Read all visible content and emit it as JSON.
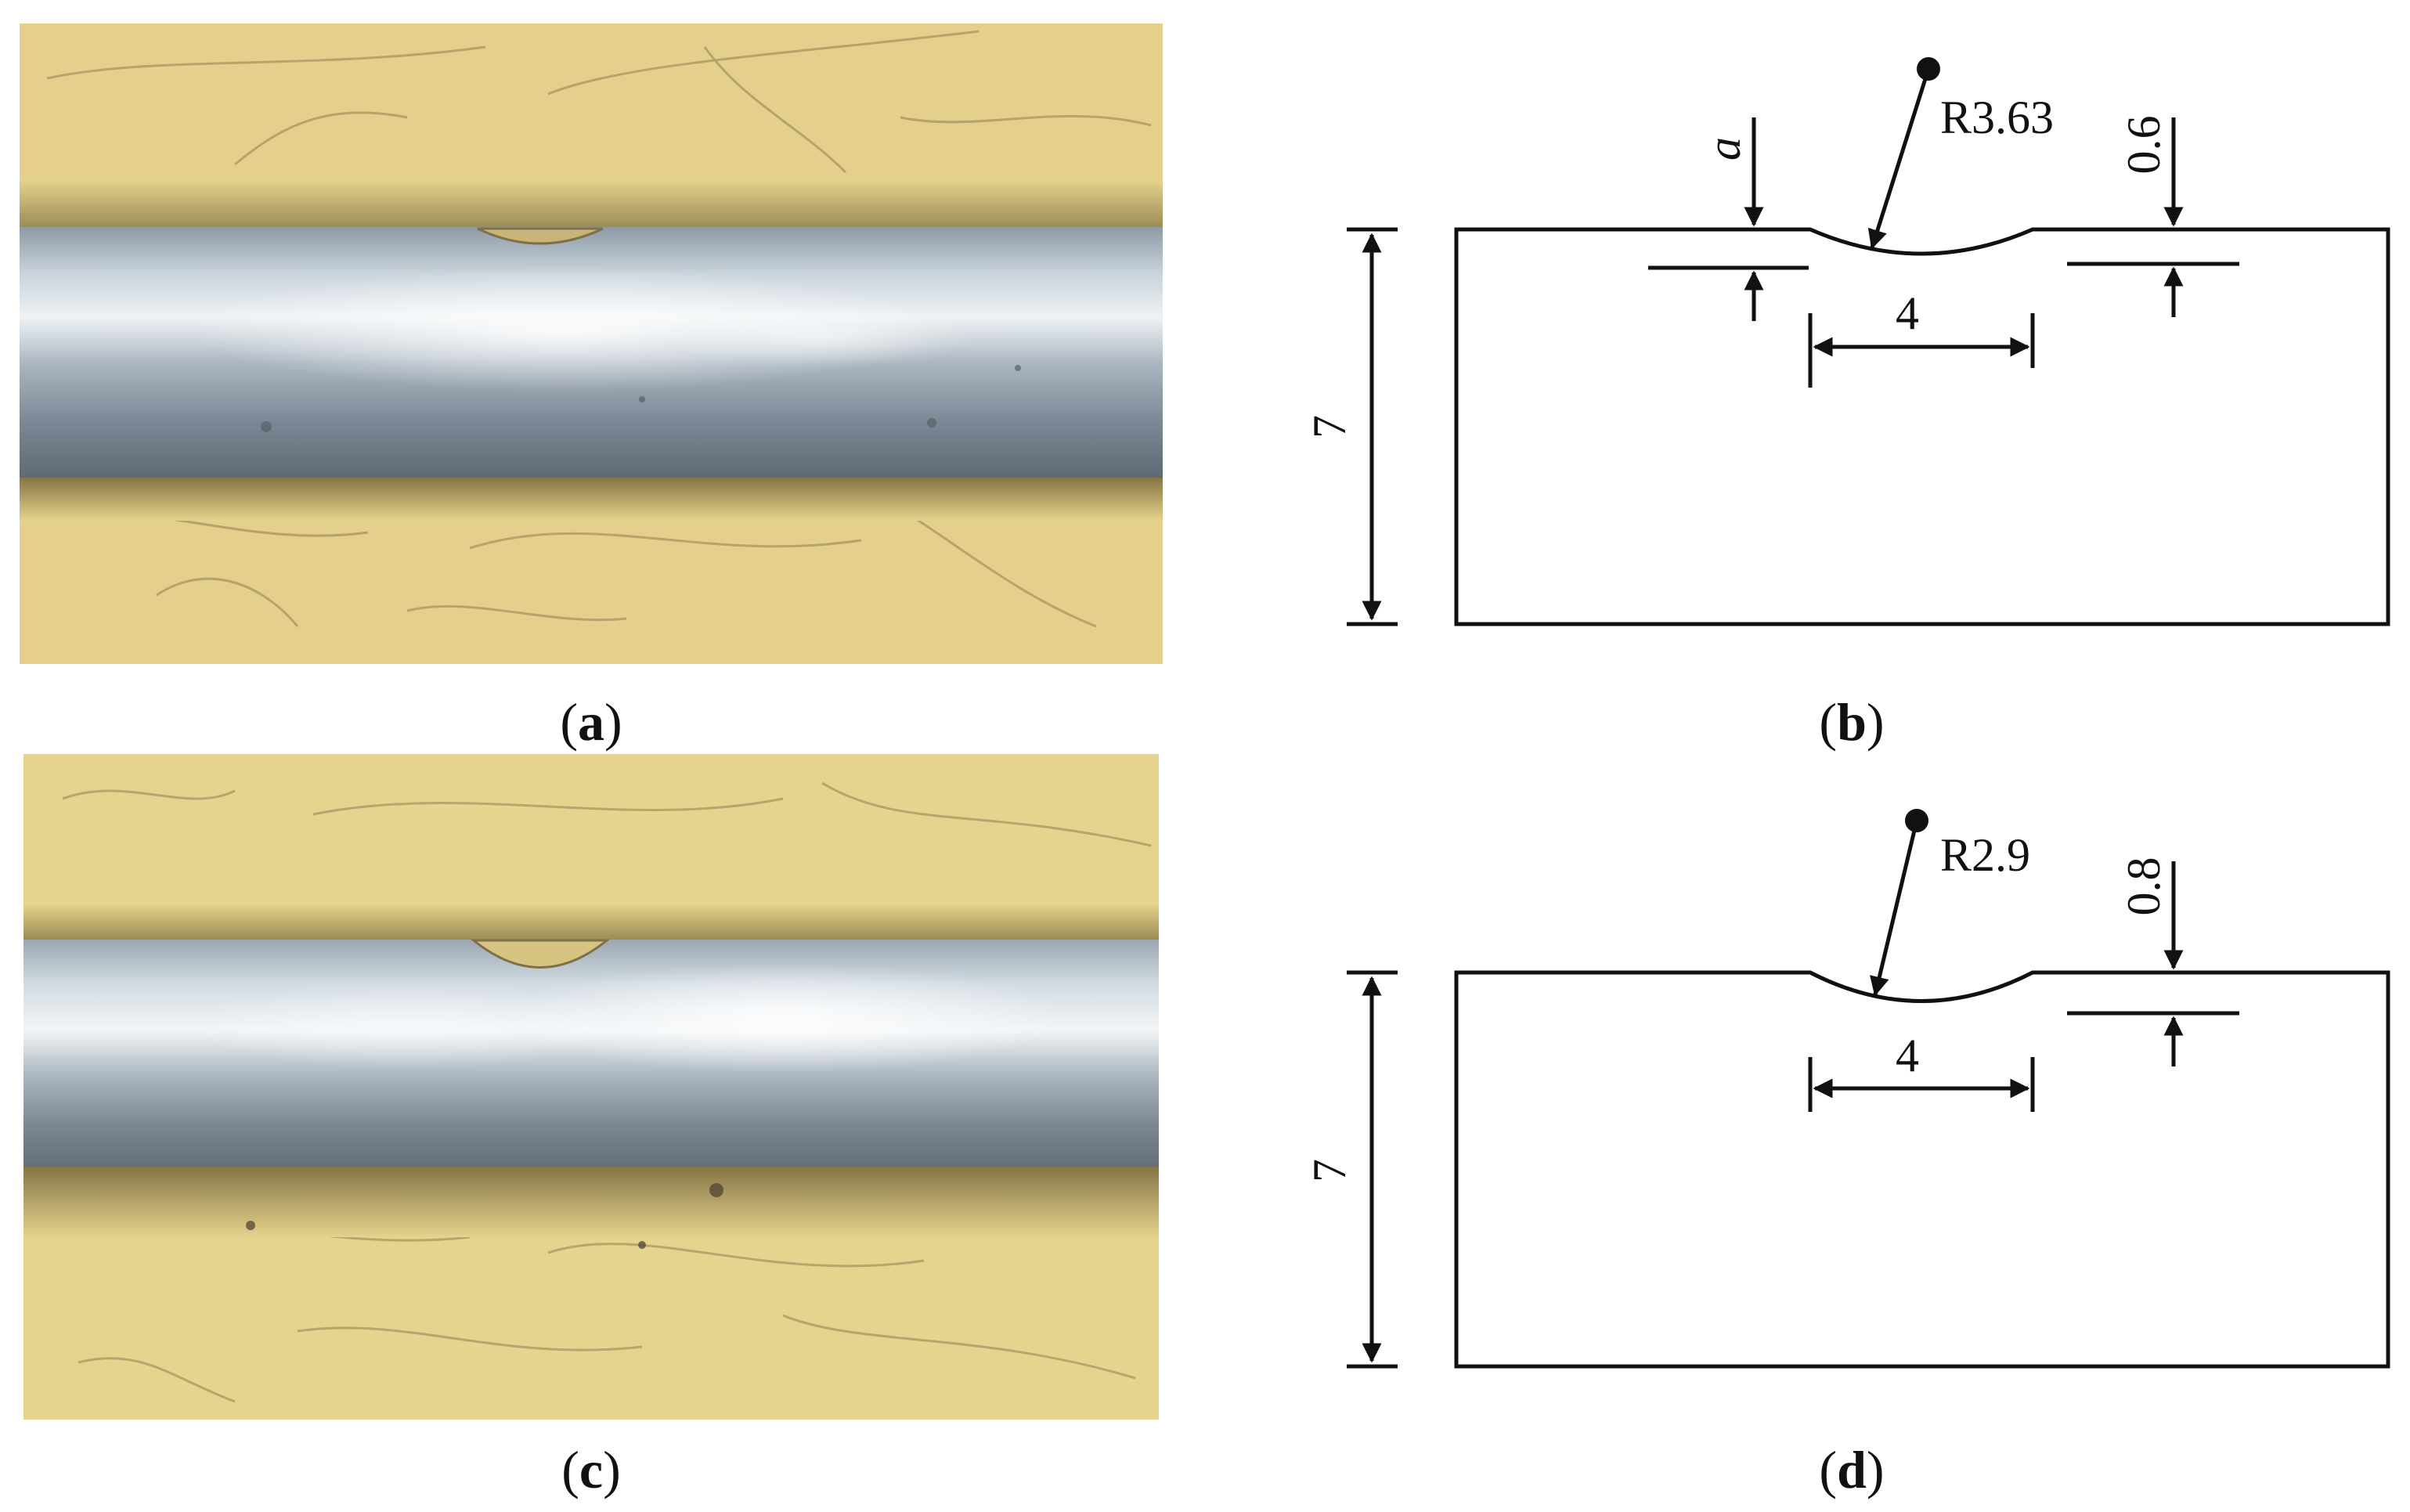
{
  "panels": {
    "a": {
      "caption_open": "(",
      "caption_letter": "a",
      "caption_close": ")",
      "content": "photo"
    },
    "b": {
      "caption_open": "(",
      "caption_letter": "b",
      "caption_close": ")",
      "content": "drawing",
      "labels": {
        "height": "7",
        "width": "4",
        "radius": "R3.63",
        "depth": "0.6",
        "variable": "a"
      }
    },
    "c": {
      "caption_open": "(",
      "caption_letter": "c",
      "caption_close": ")",
      "content": "photo"
    },
    "d": {
      "caption_open": "(",
      "caption_letter": "d",
      "caption_close": ")",
      "content": "drawing",
      "labels": {
        "height": "7",
        "width": "4",
        "radius": "R2.9",
        "depth": "0.8"
      }
    }
  },
  "colors": {
    "background_paper": "#e6d38e",
    "rod_highlight": "#e9eef2",
    "rod_mid": "#a7b4bf",
    "rod_dark": "#6c7883",
    "line": "#111111"
  }
}
